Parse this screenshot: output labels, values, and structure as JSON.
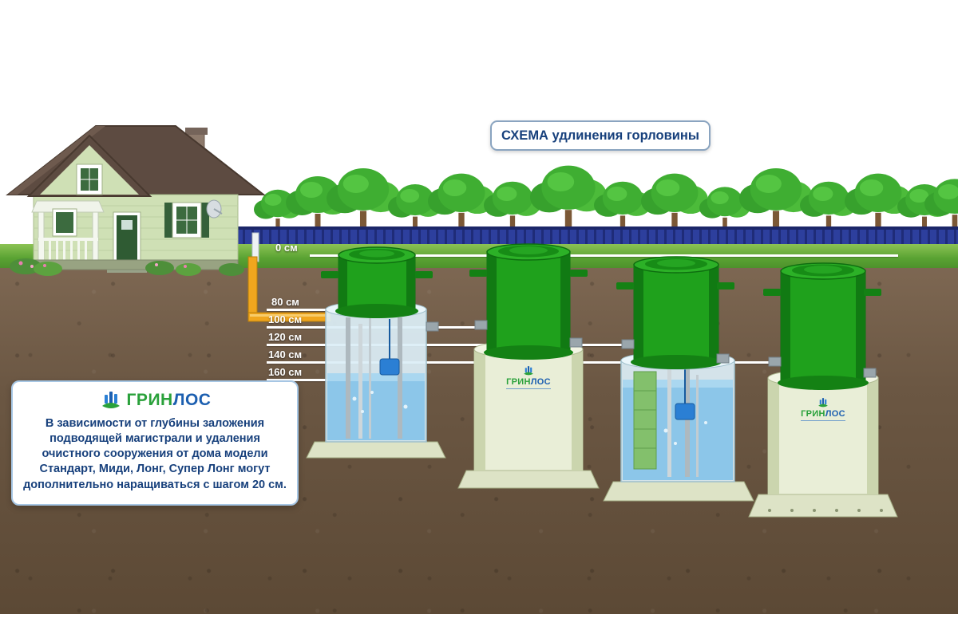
{
  "title": "СХЕМА удлинения горловины",
  "depths": [
    {
      "label": "0 см"
    },
    {
      "label": "80 см"
    },
    {
      "label": "100 см"
    },
    {
      "label": "120 см"
    },
    {
      "label": "140 см"
    },
    {
      "label": "160 см"
    }
  ],
  "logo": {
    "green": "ГРИН",
    "blue": "ЛОС"
  },
  "tank_brand": {
    "green": "ГРИН",
    "blue": "ЛОС"
  },
  "info_box": {
    "text": "В зависимости от глубины заложения подводящей магистрали и удаления очистного сооружения от дома модели Стандарт, Миди, Лонг, Супер Лонг могут дополнительно наращиваться с шагом 20 см."
  },
  "colors": {
    "title_text": "#17407c",
    "info_text": "#17407c",
    "logo_green": "#2aa13b",
    "logo_blue": "#1c5fb0",
    "tank_green": "#1fa11c",
    "tank_body_cream": "#e9eed7",
    "water_blue": "#8cc6e9",
    "fence_blue": "#2d3f9d",
    "grass_green": "#5aa333",
    "ground_brown": "#6b5743",
    "pipe_yellow": "#f0a61e",
    "depth_line": "#ffffff"
  }
}
